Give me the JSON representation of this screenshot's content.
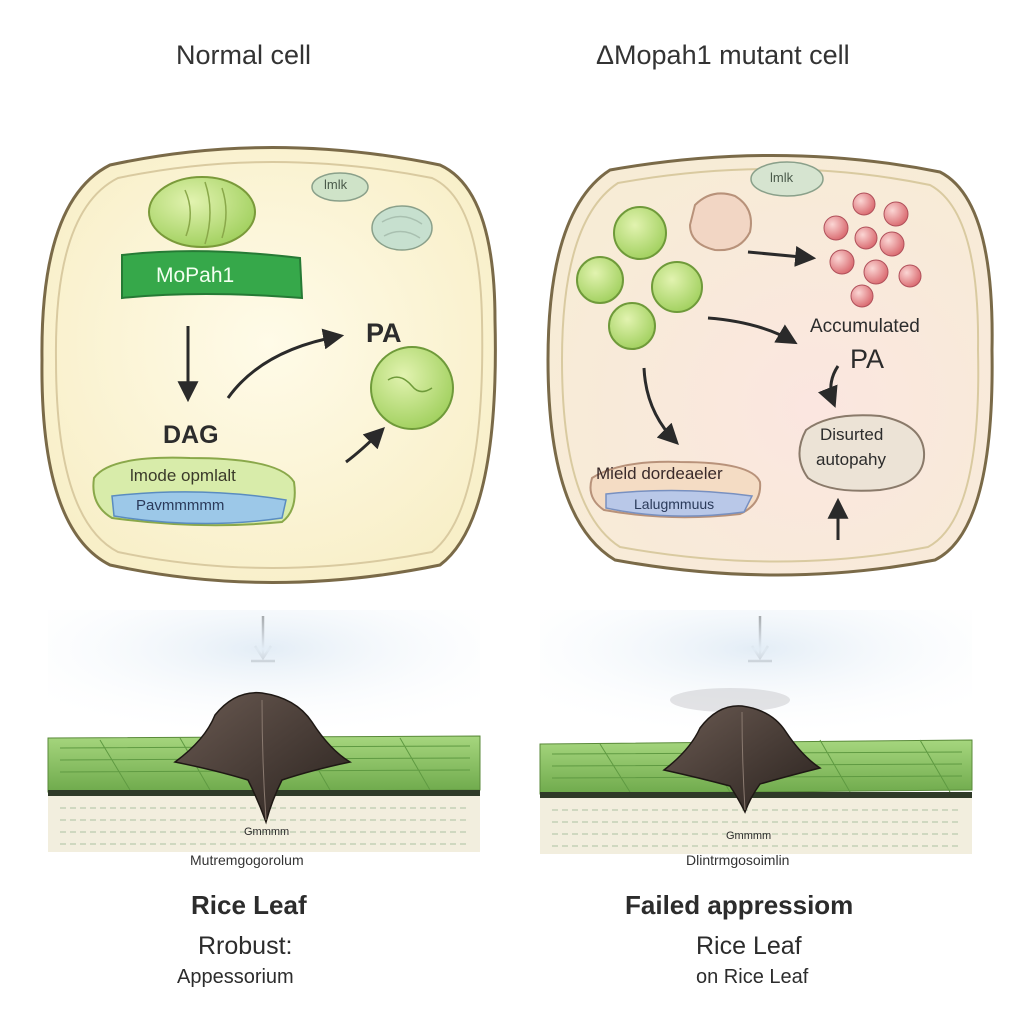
{
  "left": {
    "title": "Normal cell",
    "small_label": "lmlk",
    "protein_label": "MoPah1",
    "pa_label": "PA",
    "dag_label": "DAG",
    "membrane_top": "lmode opmlalt",
    "membrane_bottom": "Pavmmmmm",
    "leaf_small_top": "Gmmmm",
    "leaf_small_bottom": "Mutremgogorolum",
    "caption_main": "Rice Leaf",
    "caption_sub": "Rrobust:",
    "caption_small": "Appessorium"
  },
  "right": {
    "title": "ΔMopah1 mutant cell",
    "small_label": "lmlk",
    "accumulated_label": "Accumulated",
    "pa_label": "PA",
    "disrupted_line1": "Disurted",
    "disrupted_line2": "autopahy",
    "membrane_top": "Mield dordeaeler",
    "membrane_bottom": "Lalugmmuus",
    "leaf_small_top": "Gmmmm",
    "leaf_small_bottom": "Dlintrmgosoimlin",
    "caption_main": "Failed appressiom",
    "caption_sub": "Rice Leaf",
    "caption_small": "on Rice Leaf"
  },
  "colors": {
    "cell_fill": "#fbf6d8",
    "cell_border": "#7a6a48",
    "mopah1_green": "#36a84a",
    "organelle_green": "#bfe07a",
    "red_droplet": "#e07a7e",
    "leaf_green": "#8ec86a",
    "appressorium_dark": "#3e3530",
    "membrane_blue": "#9cc8e8"
  }
}
